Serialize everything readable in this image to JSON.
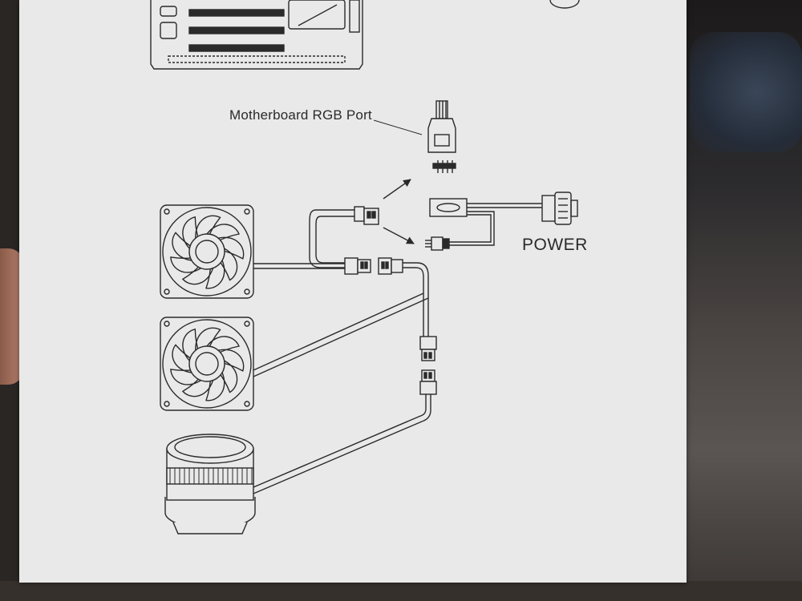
{
  "labels": {
    "motherboard_rgb_port": "Motherboard RGB Port",
    "power": "POWER"
  },
  "components": {
    "fans": [
      "fan-1",
      "fan-2"
    ],
    "pump": "cpu-pump-block",
    "controller": "rgb-controller-box",
    "power_connector": "molex-power-connector"
  },
  "colors": {
    "paper": "#e8e9e8",
    "ink": "#2a2a2a"
  }
}
